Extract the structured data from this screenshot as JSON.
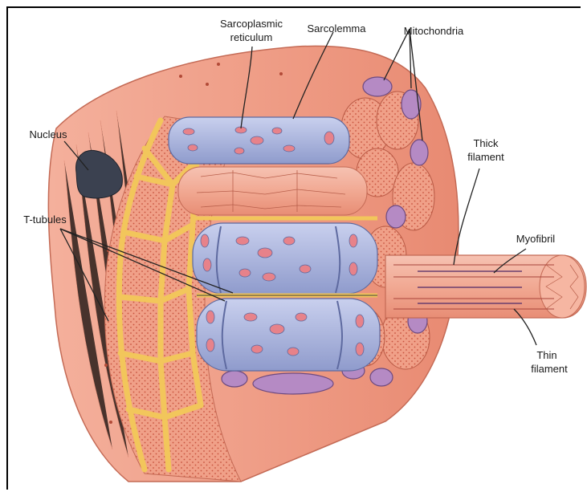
{
  "labels": {
    "sarcoplasmic_reticulum_line1": "Sarcoplasmic",
    "sarcoplasmic_reticulum_line2": "reticulum",
    "sarcolemma": "Sarcolemma",
    "mitochondria": "Mitochondria",
    "nucleus": "Nucleus",
    "thick_filament_line1": "Thick",
    "thick_filament_line2": "filament",
    "t_tubules": "T-tubules",
    "myofibril": "Myofibril",
    "thin_filament_line1": "Thin",
    "thin_filament_line2": "filament"
  },
  "colors": {
    "muscle": "#f2a58e",
    "muscle_dark": "#e07c63",
    "reticulum": "#aeb8dc",
    "t_tubule": "#f5cf6b",
    "mitochondria": "#b58ac4",
    "nucleus": "#3b4150"
  }
}
